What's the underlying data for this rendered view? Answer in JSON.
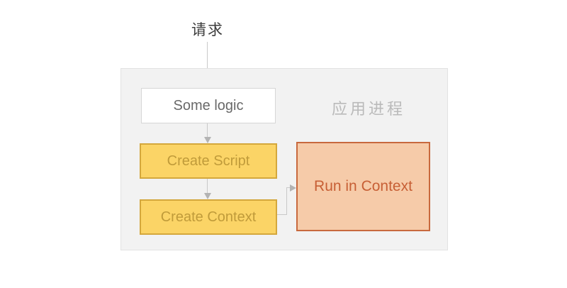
{
  "diagram": {
    "request_label": "请求",
    "container_label": "应用进程",
    "nodes": {
      "some_logic": "Some logic",
      "create_script": "Create Script",
      "create_context": "Create Context",
      "run_in_context": "Run in Context"
    },
    "colors": {
      "container_bg": "#f2f2f2",
      "container_border": "#e2e2e2",
      "yellow_fill": "#fbd466",
      "yellow_border": "#d4a73c",
      "yellow_text": "#c09b3a",
      "orange_fill": "#f6cba9",
      "orange_border": "#c8693e",
      "orange_text": "#c75f35",
      "arrow_line": "#c9c9c9",
      "arrowhead": "#b3b3b3",
      "container_label_text": "#bababa",
      "request_label_text": "#3d3d3d",
      "some_logic_text": "#696969"
    }
  }
}
